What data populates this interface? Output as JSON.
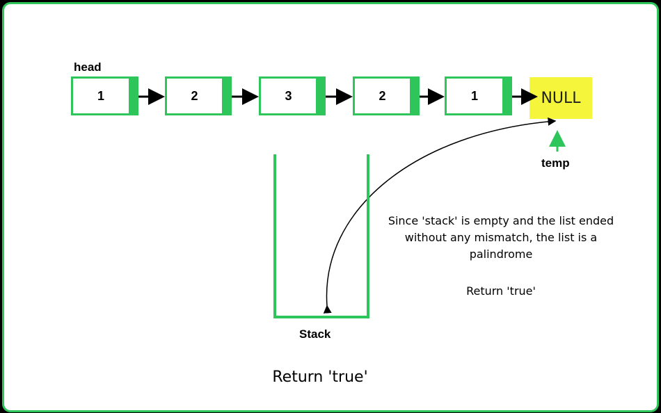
{
  "head_label": "head",
  "nodes": [
    {
      "value": "1"
    },
    {
      "value": "2"
    },
    {
      "value": "3"
    },
    {
      "value": "2"
    },
    {
      "value": "1"
    }
  ],
  "null_label": "NULL",
  "temp_label": "temp",
  "stack_label": "Stack",
  "explanation_lines": [
    "Since 'stack' is empty and the list ended",
    "without any mismatch, the list is a",
    "palindrome"
  ],
  "return_small": "Return 'true'",
  "return_big": "Return 'true'",
  "colors": {
    "border_green": "#2ec55a",
    "null_yellow": "#f5f53c",
    "background": "#ffffff"
  }
}
